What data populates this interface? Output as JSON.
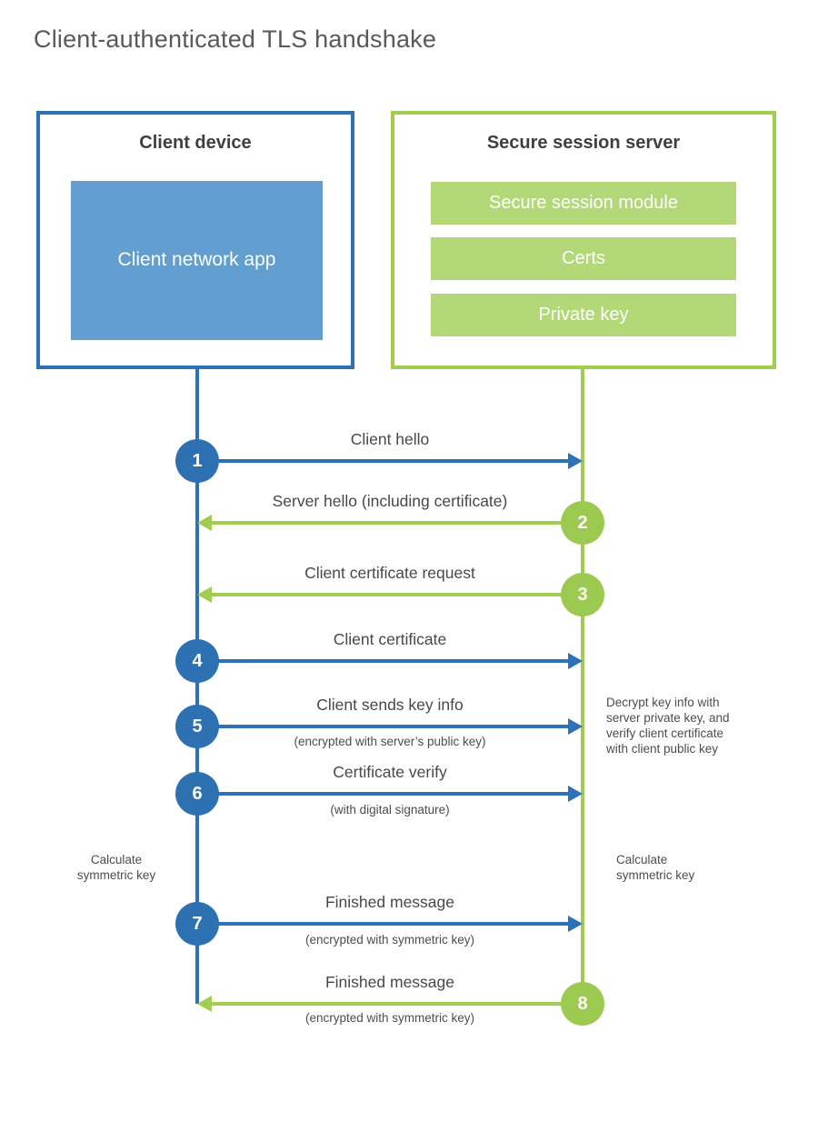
{
  "title": "Client-authenticated TLS handshake",
  "colors": {
    "blue": "#2d72b7",
    "blue_fill": "#639ed1",
    "green": "#a0cc50",
    "green_fill": "#b2d878",
    "text_dark": "#3f3f41",
    "text_gray": "#4d4d4f"
  },
  "client": {
    "title": "Client device",
    "app_label": "Client network app"
  },
  "server": {
    "title": "Secure session server",
    "modules": [
      "Secure session module",
      "Certs",
      "Private key"
    ]
  },
  "steps": [
    {
      "num": "1",
      "label": "Client hello",
      "sub": "",
      "direction": "client-to-server"
    },
    {
      "num": "2",
      "label": "Server hello (including certificate)",
      "sub": "",
      "direction": "server-to-client"
    },
    {
      "num": "3",
      "label": "Client certificate request",
      "sub": "",
      "direction": "server-to-client"
    },
    {
      "num": "4",
      "label": "Client certificate",
      "sub": "",
      "direction": "client-to-server"
    },
    {
      "num": "5",
      "label": "Client sends key info",
      "sub": "(encrypted with server’s public key)",
      "direction": "client-to-server"
    },
    {
      "num": "6",
      "label": "Certificate verify",
      "sub": "(with digital signature)",
      "direction": "client-to-server"
    },
    {
      "num": "7",
      "label": "Finished message",
      "sub": "(encrypted with symmetric key)",
      "direction": "client-to-server"
    },
    {
      "num": "8",
      "label": "Finished message",
      "sub": "(encrypted with symmetric key)",
      "direction": "server-to-client"
    }
  ],
  "annotations": {
    "decrypt": {
      "lines": [
        "Decrypt key info with",
        "server private key, and",
        "verify client certificate",
        "with client public key"
      ]
    },
    "calc_left": {
      "lines": [
        "Calculate",
        "symmetric key"
      ]
    },
    "calc_right": {
      "lines": [
        "Calculate",
        "symmetric key"
      ]
    }
  }
}
